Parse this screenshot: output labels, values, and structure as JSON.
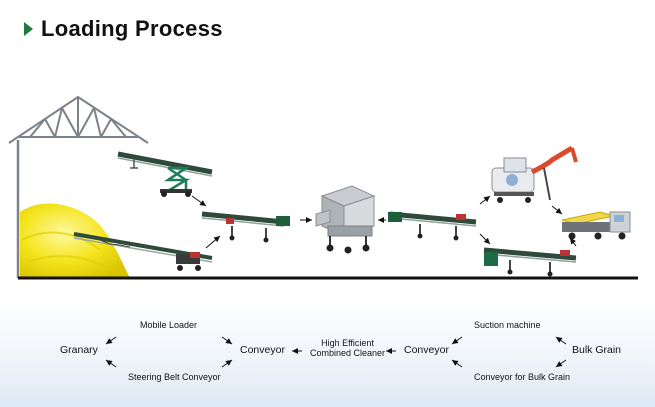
{
  "header": {
    "title": "Loading Process"
  },
  "flow": {
    "granary": "Granary",
    "mobile_loader": "Mobile Loader",
    "steering_belt_conveyor": "Steering Belt Conveyor",
    "conveyor_left": "Conveyor",
    "cleaner_line1": "High Efficient",
    "cleaner_line2": "Combined Cleaner",
    "conveyor_right": "Conveyor",
    "suction_machine": "Suction machine",
    "conveyor_bulk_grain": "Conveyor for Bulk Grain",
    "bulk_grain": "Bulk Grain"
  },
  "colors": {
    "accent_green": "#1c7a3c",
    "grain_yellow": "#f2e21a",
    "truck_cargo": "#f0d64a",
    "ground": "#111111"
  }
}
